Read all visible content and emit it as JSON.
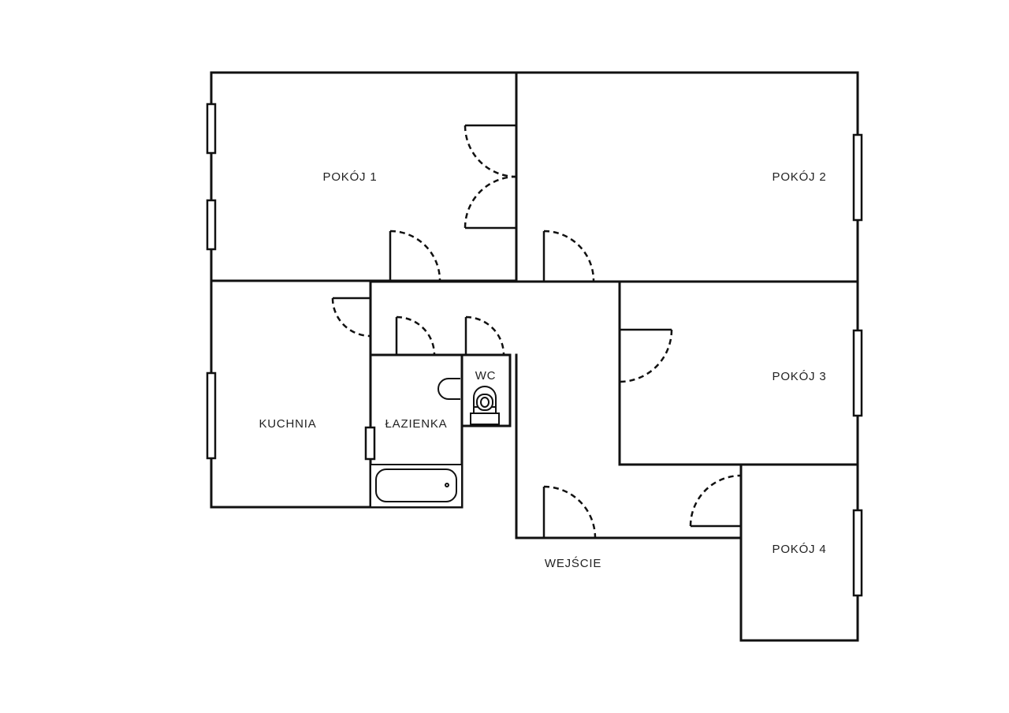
{
  "plan": {
    "rooms": {
      "pokoj1": "POKÓJ 1",
      "pokoj2": "POKÓJ 2",
      "pokoj3": "POKÓJ 3",
      "pokoj4": "POKÓJ 4",
      "kuchnia": "KUCHNIA",
      "lazienka": "ŁAZIENKA",
      "wc": "WC",
      "wejscie": "WEJŚCIE"
    }
  }
}
